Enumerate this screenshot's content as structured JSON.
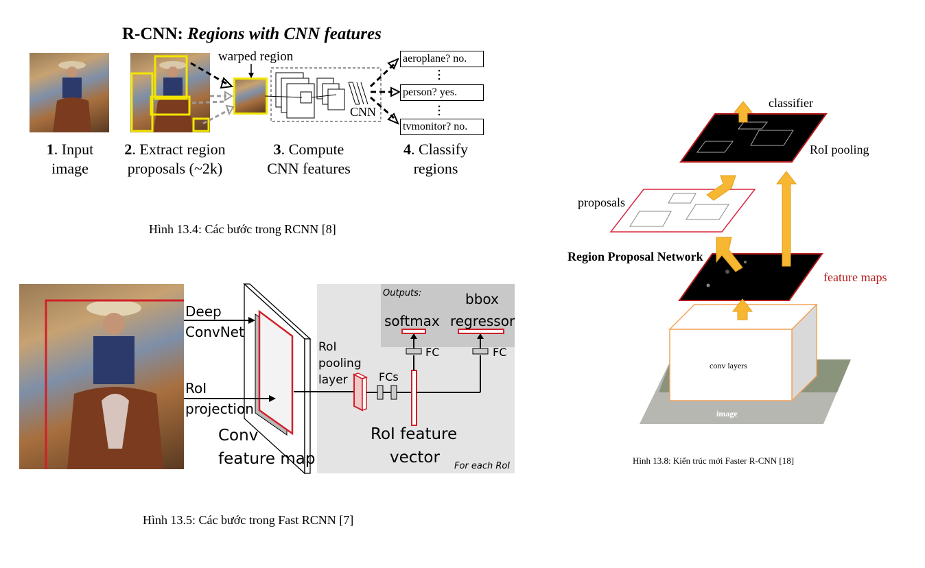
{
  "rcnn": {
    "title_prefix": "R-CNN: ",
    "title_italic": "Regions with CNN features",
    "warped_region": "warped region",
    "cnn": "CNN",
    "classes": [
      "aeroplane? no.",
      "person? yes.",
      "tvmonitor? no."
    ],
    "steps": [
      {
        "num": "1",
        "line1": ". Input",
        "line2": "image"
      },
      {
        "num": "2",
        "line1": ". Extract region",
        "line2": "proposals (~2k)"
      },
      {
        "num": "3",
        "line1": ". Compute",
        "line2": "CNN features"
      },
      {
        "num": "4",
        "line1": ". Classify",
        "line2": "regions"
      }
    ],
    "caption": "Hình 13.4: Các bước trong RCNN [8]"
  },
  "fast_rcnn": {
    "deep": "Deep",
    "convnet": "ConvNet",
    "roi": "RoI",
    "projection": "projection",
    "conv": "Conv",
    "feature_map": "feature map",
    "outputs": "Outputs:",
    "softmax": "softmax",
    "bbox": "bbox",
    "regressor": "regressor",
    "fc": "FC",
    "roi_pooling_1": "RoI",
    "roi_pooling_2": "pooling",
    "roi_pooling_3": "layer",
    "fcs": "FCs",
    "roi_feature": "RoI feature",
    "vector": "vector",
    "for_each": "For each RoI",
    "caption": "Hình 13.5: Các bước trong Fast RCNN [7]"
  },
  "faster_rcnn": {
    "classifier": "classifier",
    "roi_pooling": "RoI pooling",
    "proposals": "proposals",
    "rpn": "Region Proposal Network",
    "feature_maps": "feature maps",
    "conv_layers": "conv layers",
    "image": "image",
    "caption": "Hình 13.8: Kiến trúc mới Faster R-CNN [18]"
  },
  "colors": {
    "red": "#d0202a",
    "yellow": "#f2e600",
    "orange_arrow": "#f7b733",
    "gray_panel": "#e4e4e4",
    "dark_panel": "#c8c8c8",
    "feature_map_red": "#b71c1c"
  }
}
